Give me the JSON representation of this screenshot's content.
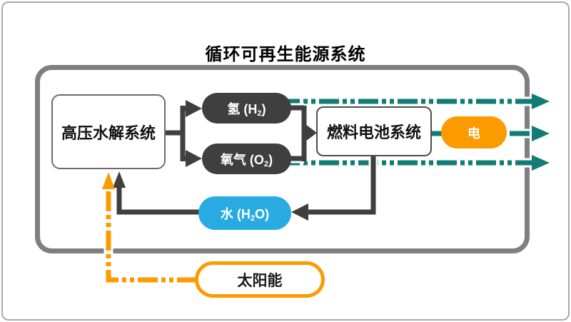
{
  "title": "循环可再生能源系统",
  "colors": {
    "teal": "#117C76",
    "orange": "#FB9B00",
    "blue": "#29ABE2",
    "dark": "#3F3F3F",
    "container_border": "#7F7F7F",
    "white": "#FFFFFF"
  },
  "nodes": {
    "electrolysis": {
      "label": "高压水解系统"
    },
    "fuel_cell": {
      "label": "燃料电池系统"
    },
    "hydrogen": {
      "pre": "氢 (H",
      "sub": "2",
      "post": ")"
    },
    "oxygen": {
      "pre": "氧气 (O",
      "sub": "2",
      "post": ")"
    },
    "electricity": {
      "label": "电"
    },
    "water": {
      "pre": "水 (H",
      "sub": "2",
      "post": "O)"
    },
    "solar": {
      "label": "太阳能"
    }
  }
}
